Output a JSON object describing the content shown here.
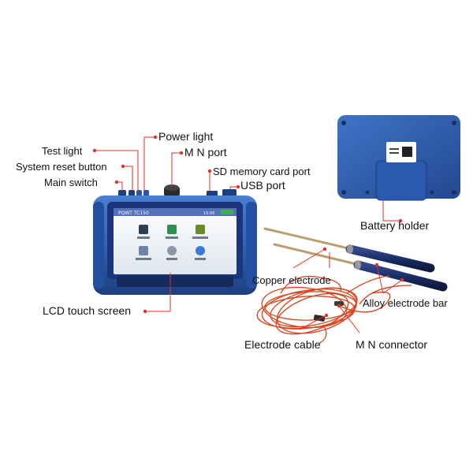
{
  "labels": {
    "test_light": "Test light",
    "system_reset_button": "System reset button",
    "main_switch": "Main switch",
    "power_light": "Power light",
    "mn_port": "M N port",
    "sd_memory_card_port": "SD memory card port",
    "usb_port": "USB port",
    "battery_holder": "Battery holder",
    "copper_electrode": "Copper electrode",
    "alloy_electrode_bar": "Alloy electrode bar",
    "lcd_touch_screen": "LCD touch screen",
    "electrode_cable": "Electrode cable",
    "mn_connector": "M N connector"
  },
  "device_screen": {
    "header_text": "PQWT TC150",
    "status_text": "15:00"
  },
  "colors": {
    "device_blue": "#2f62b8",
    "device_blue_dark": "#1d3f7e",
    "leader_line": "#e0312a",
    "cable_orange": "#d8441c",
    "electrode_bar": "#1b2f6a",
    "copper_rod": "#b8a070"
  }
}
